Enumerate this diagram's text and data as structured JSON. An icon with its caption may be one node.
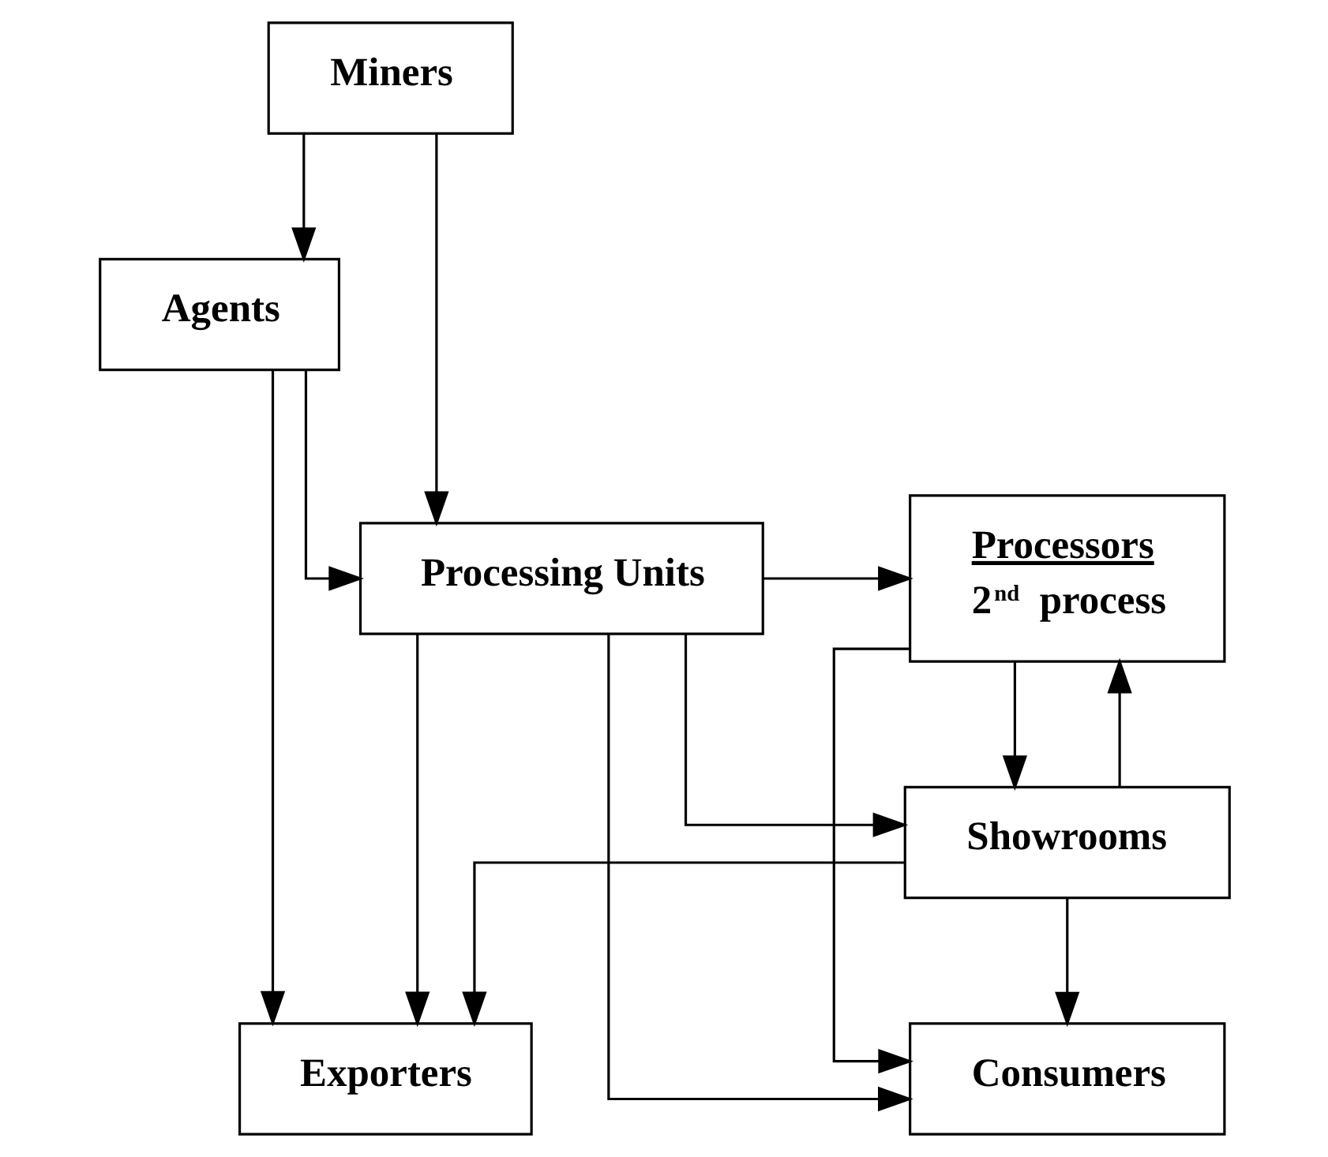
{
  "diagram": {
    "nodes": [
      {
        "text": [
          "Miners"
        ]
      },
      {
        "text": [
          "Agents"
        ]
      },
      {
        "text": [
          "Processing Units"
        ]
      },
      {
        "text": [
          "Processors",
          "2$^{nd}$ process"
        ]
      },
      {
        "text": [
          "Showrooms"
        ]
      },
      {
        "text": [
          "Exporters"
        ]
      },
      {
        "text": [
          "Consumers"
        ]
      }
    ],
    "edges": [
      {
        "from": 0,
        "to": 1,
        "arrow": "to"
      },
      {
        "from": 0,
        "to": 2,
        "arrow": "to"
      },
      {
        "from": 1,
        "to": 2,
        "arrow": "to"
      },
      {
        "from": 1,
        "to": 5,
        "arrow": "to"
      },
      {
        "from": 2,
        "to": 3,
        "arrow": "to"
      },
      {
        "from": 2,
        "to": 4,
        "arrow": "to"
      },
      {
        "from": 2,
        "to": 5,
        "arrow": "to"
      },
      {
        "from": 2,
        "to": 6,
        "arrow": "to"
      },
      {
        "from": 4,
        "to": 3,
        "arrow": "to"
      },
      {
        "from": 3,
        "to": 4,
        "arrow": "to"
      },
      {
        "from": 4,
        "to": 5,
        "arrow": "to"
      },
      {
        "from": 4,
        "to": 6,
        "arrow": "to"
      },
      {
        "from": 3,
        "to": 6,
        "arrow": "to"
      }
    ]
  }
}
